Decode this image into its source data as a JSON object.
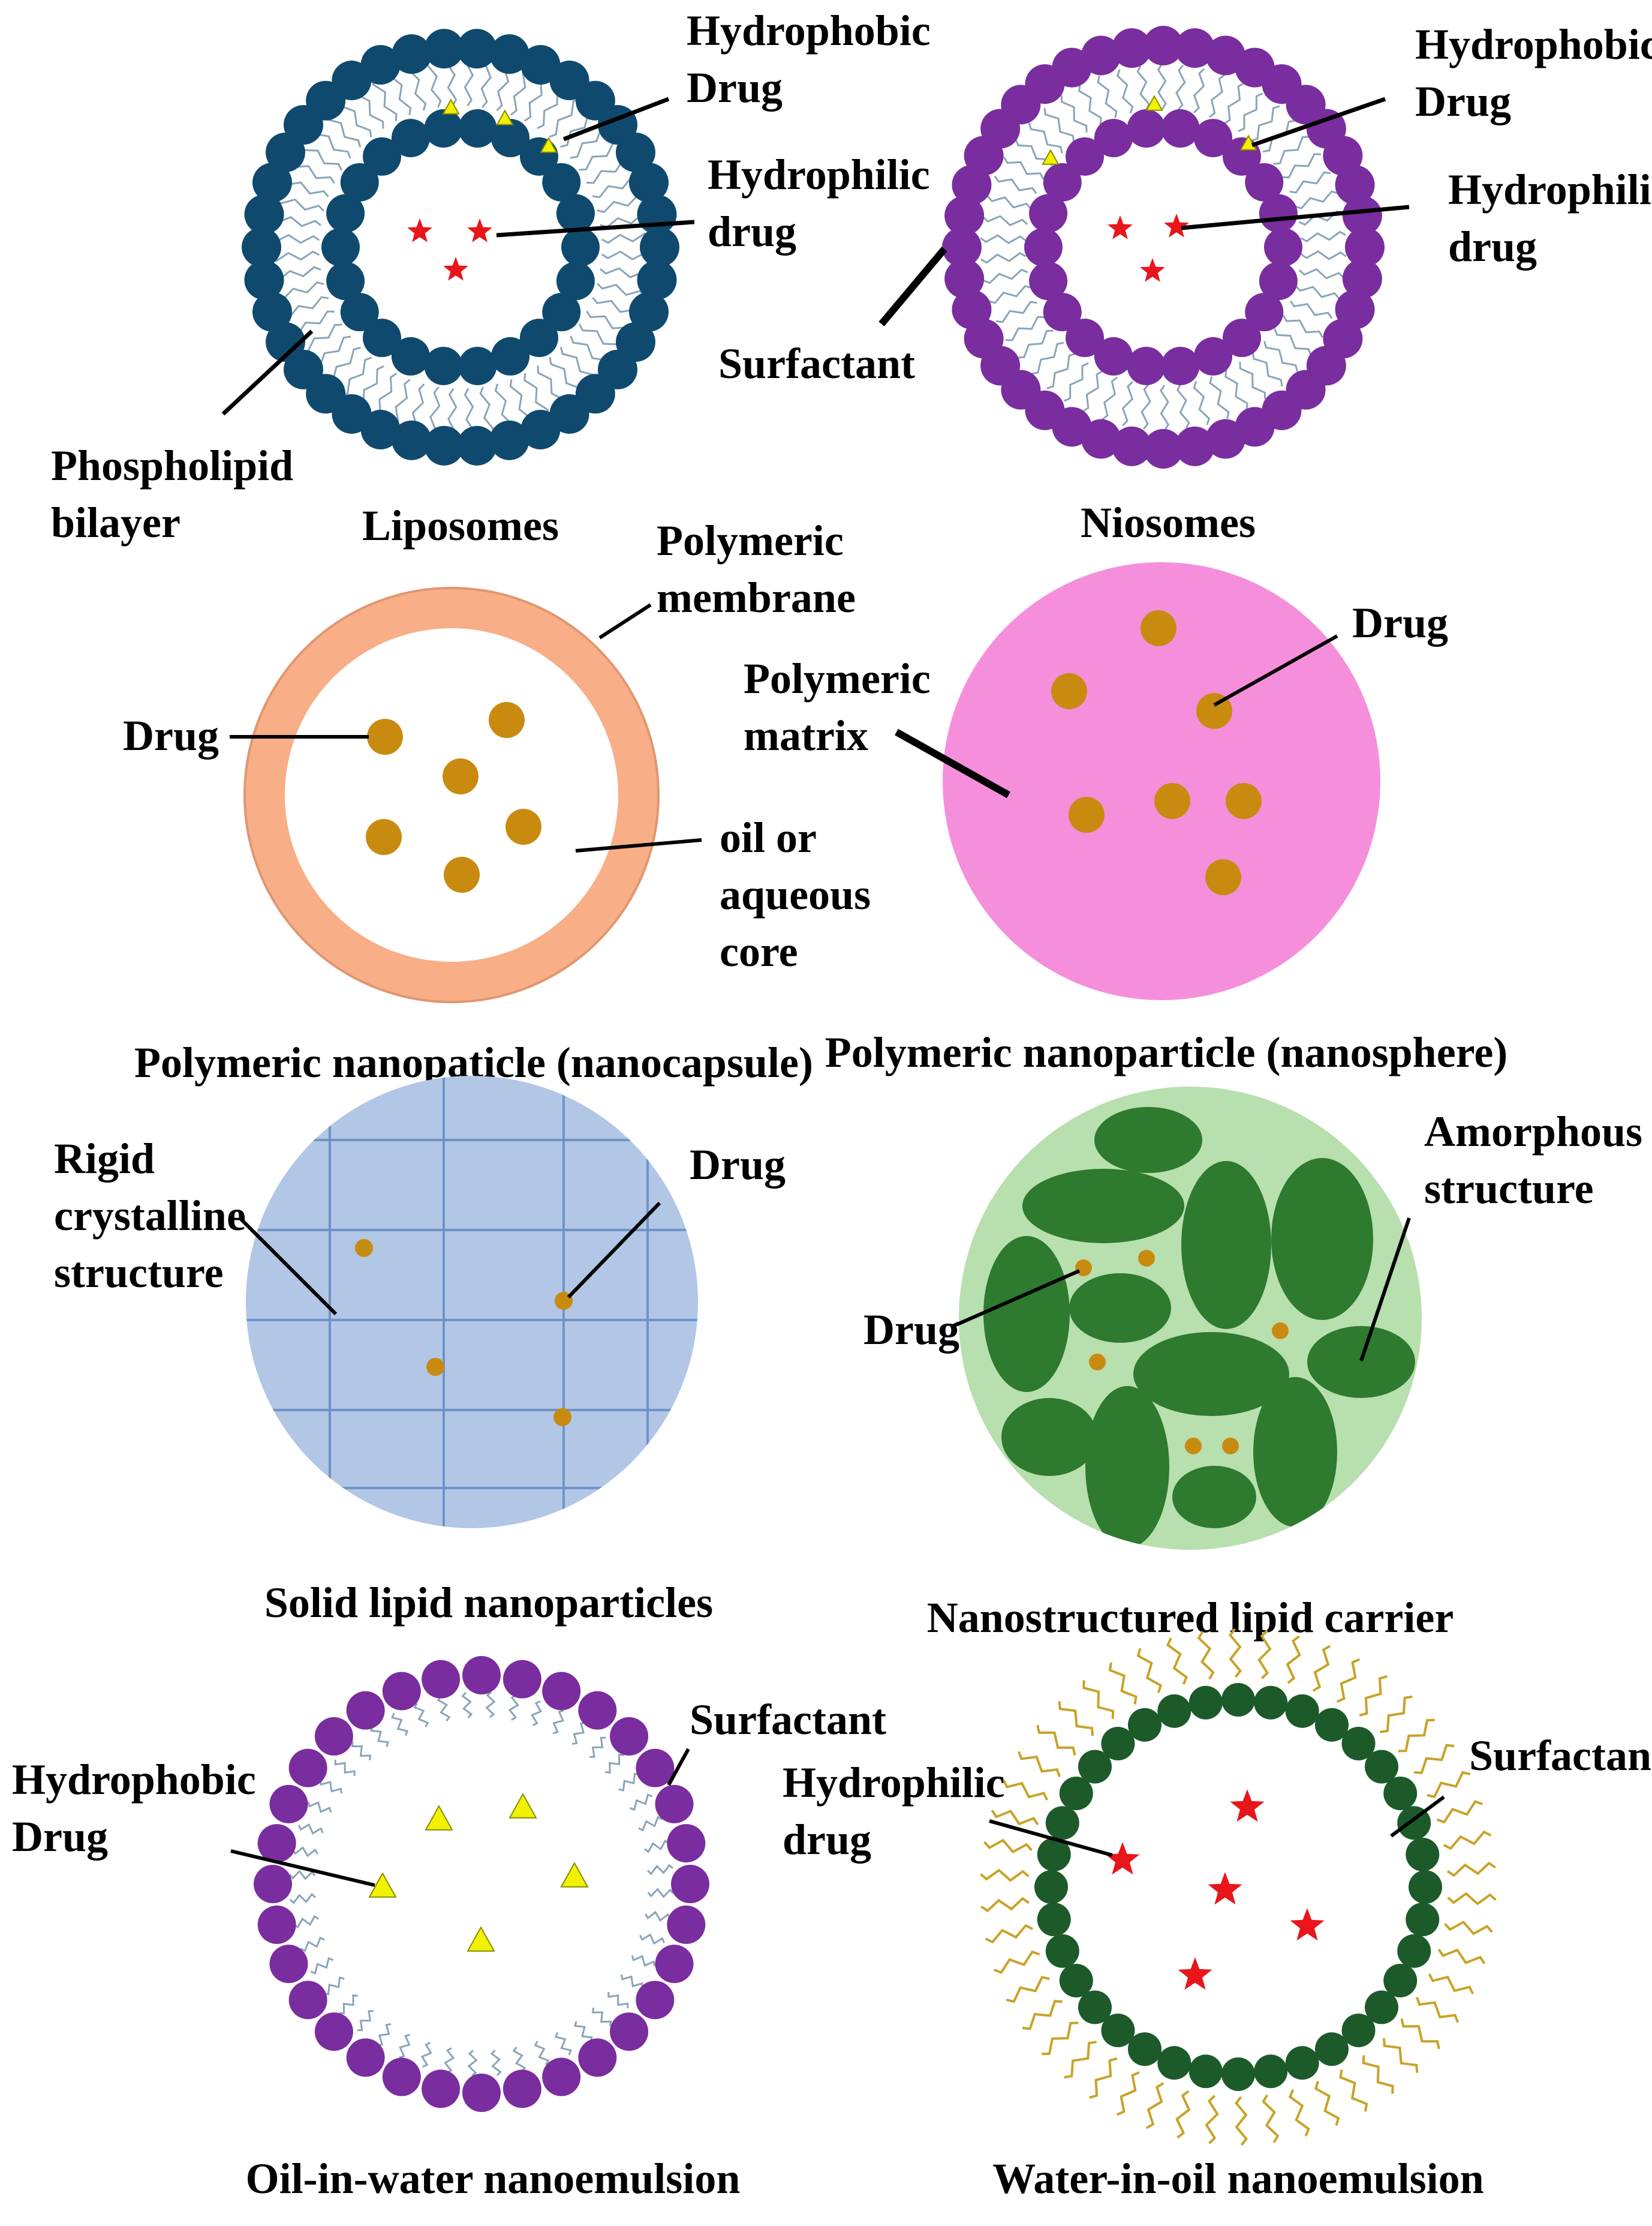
{
  "colors": {
    "liposome_head": "#0f4a6e",
    "niosome_head": "#7a2d9e",
    "ow_head": "#7a2d9e",
    "wo_head": "#1c5a2a",
    "tail": "#8aa4b8",
    "wo_tail": "#c9a227",
    "nanocapsule_shell": "#f8ae86",
    "nanosphere_fill": "#f58fdc",
    "drug_particle": "#c98a10",
    "sln_fill": "#b2c6e6",
    "sln_grid": "#6f93c7",
    "nlc_fill": "#b8dfae",
    "nlc_blob": "#2e7a2e",
    "hydrophobic_drug": "#f2f200",
    "hydrophilic_drug": "#e8161b"
  },
  "panels": {
    "liposome": {
      "name": "Liposomes",
      "hydrophobic": "Hydrophobic Drug",
      "hydrophilic": "Hydrophilic drug",
      "bilayer": "Phospholipid bilayer"
    },
    "niosome": {
      "name": "Niosomes",
      "hydrophobic": "Hydrophobic Drug",
      "hydrophilic": "Hydrophilic drug",
      "surfactant": "Surfactant"
    },
    "nanocapsule": {
      "name": "Polymeric nanopaticle (nanocapsule)",
      "membrane": "Polymeric membrane",
      "drug": "Drug",
      "core": "oil or aqueous core"
    },
    "nanosphere": {
      "name": "Polymeric nanoparticle (nanosphere)",
      "matrix": "Polymeric matrix",
      "drug": "Drug"
    },
    "sln": {
      "name": "Solid lipid nanoparticles",
      "structure": "Rigid crystalline structure",
      "drug": "Drug"
    },
    "nlc": {
      "name": "Nanostructured lipid carrier",
      "structure": "Amorphous structure",
      "drug": "Drug"
    },
    "ow": {
      "name": "Oil-in-water nanoemulsion",
      "surfactant": "Surfactant",
      "hydrophobic": "Hydrophobic Drug"
    },
    "wo": {
      "name": "Water-in-oil nanoemulsion",
      "surfactant": "Surfactant",
      "hydrophilic": "Hydrophilic drug"
    }
  }
}
